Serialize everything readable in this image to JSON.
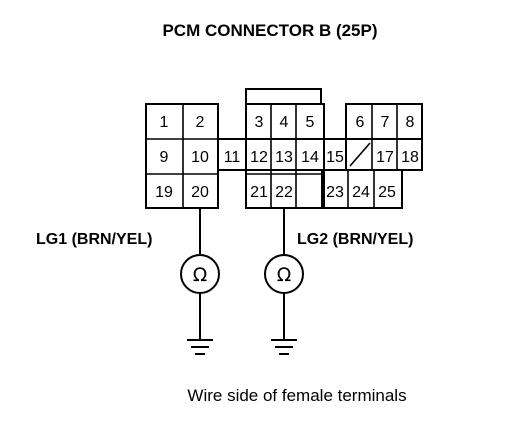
{
  "title": "PCM CONNECTOR B (25P)",
  "caption": "Wire side of female terminals",
  "connector": {
    "row1": [
      "1",
      "2",
      "3",
      "4",
      "5",
      "6",
      "7",
      "8"
    ],
    "row2": [
      "9",
      "10",
      "11",
      "12",
      "13",
      "14",
      "15",
      "17",
      "18"
    ],
    "row3": [
      "19",
      "20",
      "21",
      "22",
      "23",
      "24",
      "25"
    ]
  },
  "probes": [
    {
      "label": "LG1 (BRN/YEL)",
      "meter_symbol": "Ω",
      "pin": "20",
      "icon": "ohmmeter-icon"
    },
    {
      "label": "LG2 (BRN/YEL)",
      "meter_symbol": "Ω",
      "pin": "22",
      "icon": "ohmmeter-icon"
    }
  ],
  "ground_icon": "ground-icon"
}
